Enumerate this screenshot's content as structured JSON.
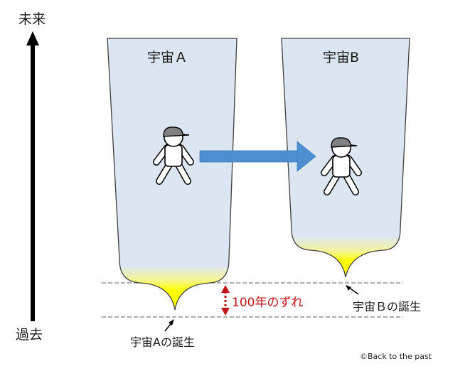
{
  "timeline": {
    "future_label": "未来",
    "past_label": "過去"
  },
  "universes": [
    {
      "id": "A",
      "title": "宇宙Ａ",
      "birth_label": "宇宙Aの誕生"
    },
    {
      "id": "B",
      "title": "宇宙B",
      "birth_label": "宇宙Ｂの誕生"
    }
  ],
  "time_gap": {
    "label": "100年のずれ"
  },
  "copyright": "©Back to the past",
  "colors": {
    "universe_fill": "#dce6f2",
    "universe_stroke": "#404040",
    "birth_glow": "#ffff00",
    "transfer_arrow": "#4f8ed0",
    "gap_color": "#c0141c",
    "dashed_line": "#7f7f7f",
    "hat": "#808080"
  }
}
